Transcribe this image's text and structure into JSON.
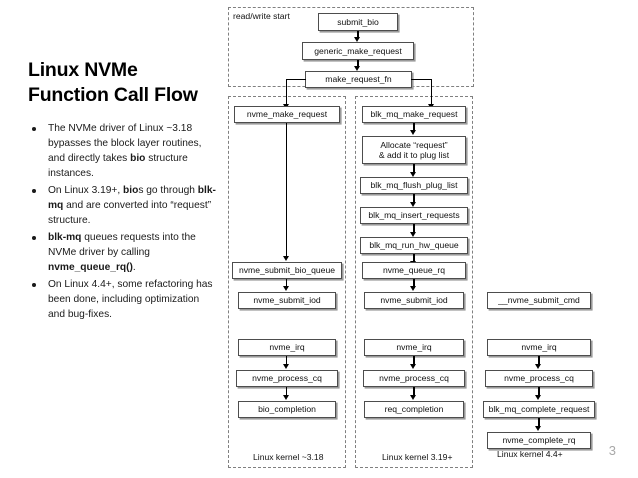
{
  "slide": {
    "title": "Linux NVMe\nFunction Call Flow",
    "page_number": "3",
    "bullets": [
      {
        "segments": [
          {
            "text": "The NVMe driver of Linux ~3.18 bypasses the  block layer routines, and directly takes ",
            "bold": false
          },
          {
            "text": "bio",
            "bold": true
          },
          {
            "text": " structure instances.",
            "bold": false
          }
        ]
      },
      {
        "segments": [
          {
            "text": "On Linux 3.19+, ",
            "bold": false
          },
          {
            "text": "bio",
            "bold": true
          },
          {
            "text": "s go through ",
            "bold": false
          },
          {
            "text": "blk-mq",
            "bold": true
          },
          {
            "text": " and are converted into “request” structure.",
            "bold": false
          }
        ]
      },
      {
        "segments": [
          {
            "text": "blk-mq",
            "bold": true
          },
          {
            "text": " queues requests into the NVMe driver by calling ",
            "bold": false
          },
          {
            "text": "nvme_queue_rq()",
            "bold": true
          },
          {
            "text": ".",
            "bold": false
          }
        ]
      },
      {
        "segments": [
          {
            "text": "On Linux 4.4+, some refactoring has been done, including optimization and bug-fixes.",
            "bold": false
          }
        ]
      }
    ]
  },
  "flow": {
    "groups": [
      {
        "id": "start-group",
        "label": "read/write start"
      },
      {
        "id": "k318-group",
        "label": "Linux kernel ~3.18"
      },
      {
        "id": "k319-group",
        "label": "Linux kernel 3.19+"
      },
      {
        "id": "k44-group",
        "label": "Linux kernel 4.4+"
      }
    ],
    "start_nodes": [
      {
        "id": "submit-bio",
        "label": "submit_bio"
      },
      {
        "id": "generic-make-request",
        "label": "generic_make_request"
      },
      {
        "id": "make-request-fn",
        "label": "make_request_fn"
      }
    ],
    "col_318": [
      {
        "id": "nvme-make-request",
        "label": "nvme_make_request"
      },
      {
        "id": "nvme-submit-bio-queue",
        "label": "nvme_submit_bio_queue"
      },
      {
        "id": "nvme-submit-iod-318",
        "label": "nvme_submit_iod"
      },
      {
        "id": "nvme-irq-318",
        "label": "nvme_irq"
      },
      {
        "id": "nvme-process-cq-318",
        "label": "nvme_process_cq"
      },
      {
        "id": "bio-completion",
        "label": "bio_completion"
      }
    ],
    "col_319": [
      {
        "id": "blk-mq-make-request",
        "label": "blk_mq_make_request"
      },
      {
        "id": "allocate-request",
        "label": "Allocate “request”\n& add it to plug list"
      },
      {
        "id": "blk-mq-flush-plug-list",
        "label": "blk_mq_flush_plug_list"
      },
      {
        "id": "blk-mq-insert-requests",
        "label": "blk_mq_insert_requests"
      },
      {
        "id": "blk-mq-run-hw-queue",
        "label": "blk_mq_run_hw_queue"
      },
      {
        "id": "nvme-queue-rq",
        "label": "nvme_queue_rq"
      },
      {
        "id": "nvme-submit-iod-319",
        "label": "nvme_submit_iod"
      },
      {
        "id": "nvme-irq-319",
        "label": "nvme_irq"
      },
      {
        "id": "nvme-process-cq-319",
        "label": "nvme_process_cq"
      },
      {
        "id": "req-completion",
        "label": "req_completion"
      }
    ],
    "col_44": [
      {
        "id": "nvme-submit-cmd",
        "label": "__nvme_submit_cmd"
      },
      {
        "id": "nvme-irq-44",
        "label": "nvme_irq"
      },
      {
        "id": "nvme-process-cq-44",
        "label": "nvme_process_cq"
      },
      {
        "id": "blk-mq-complete-request",
        "label": "blk_mq_complete_request"
      },
      {
        "id": "nvme-complete-rq",
        "label": "nvme_complete_rq"
      }
    ]
  }
}
